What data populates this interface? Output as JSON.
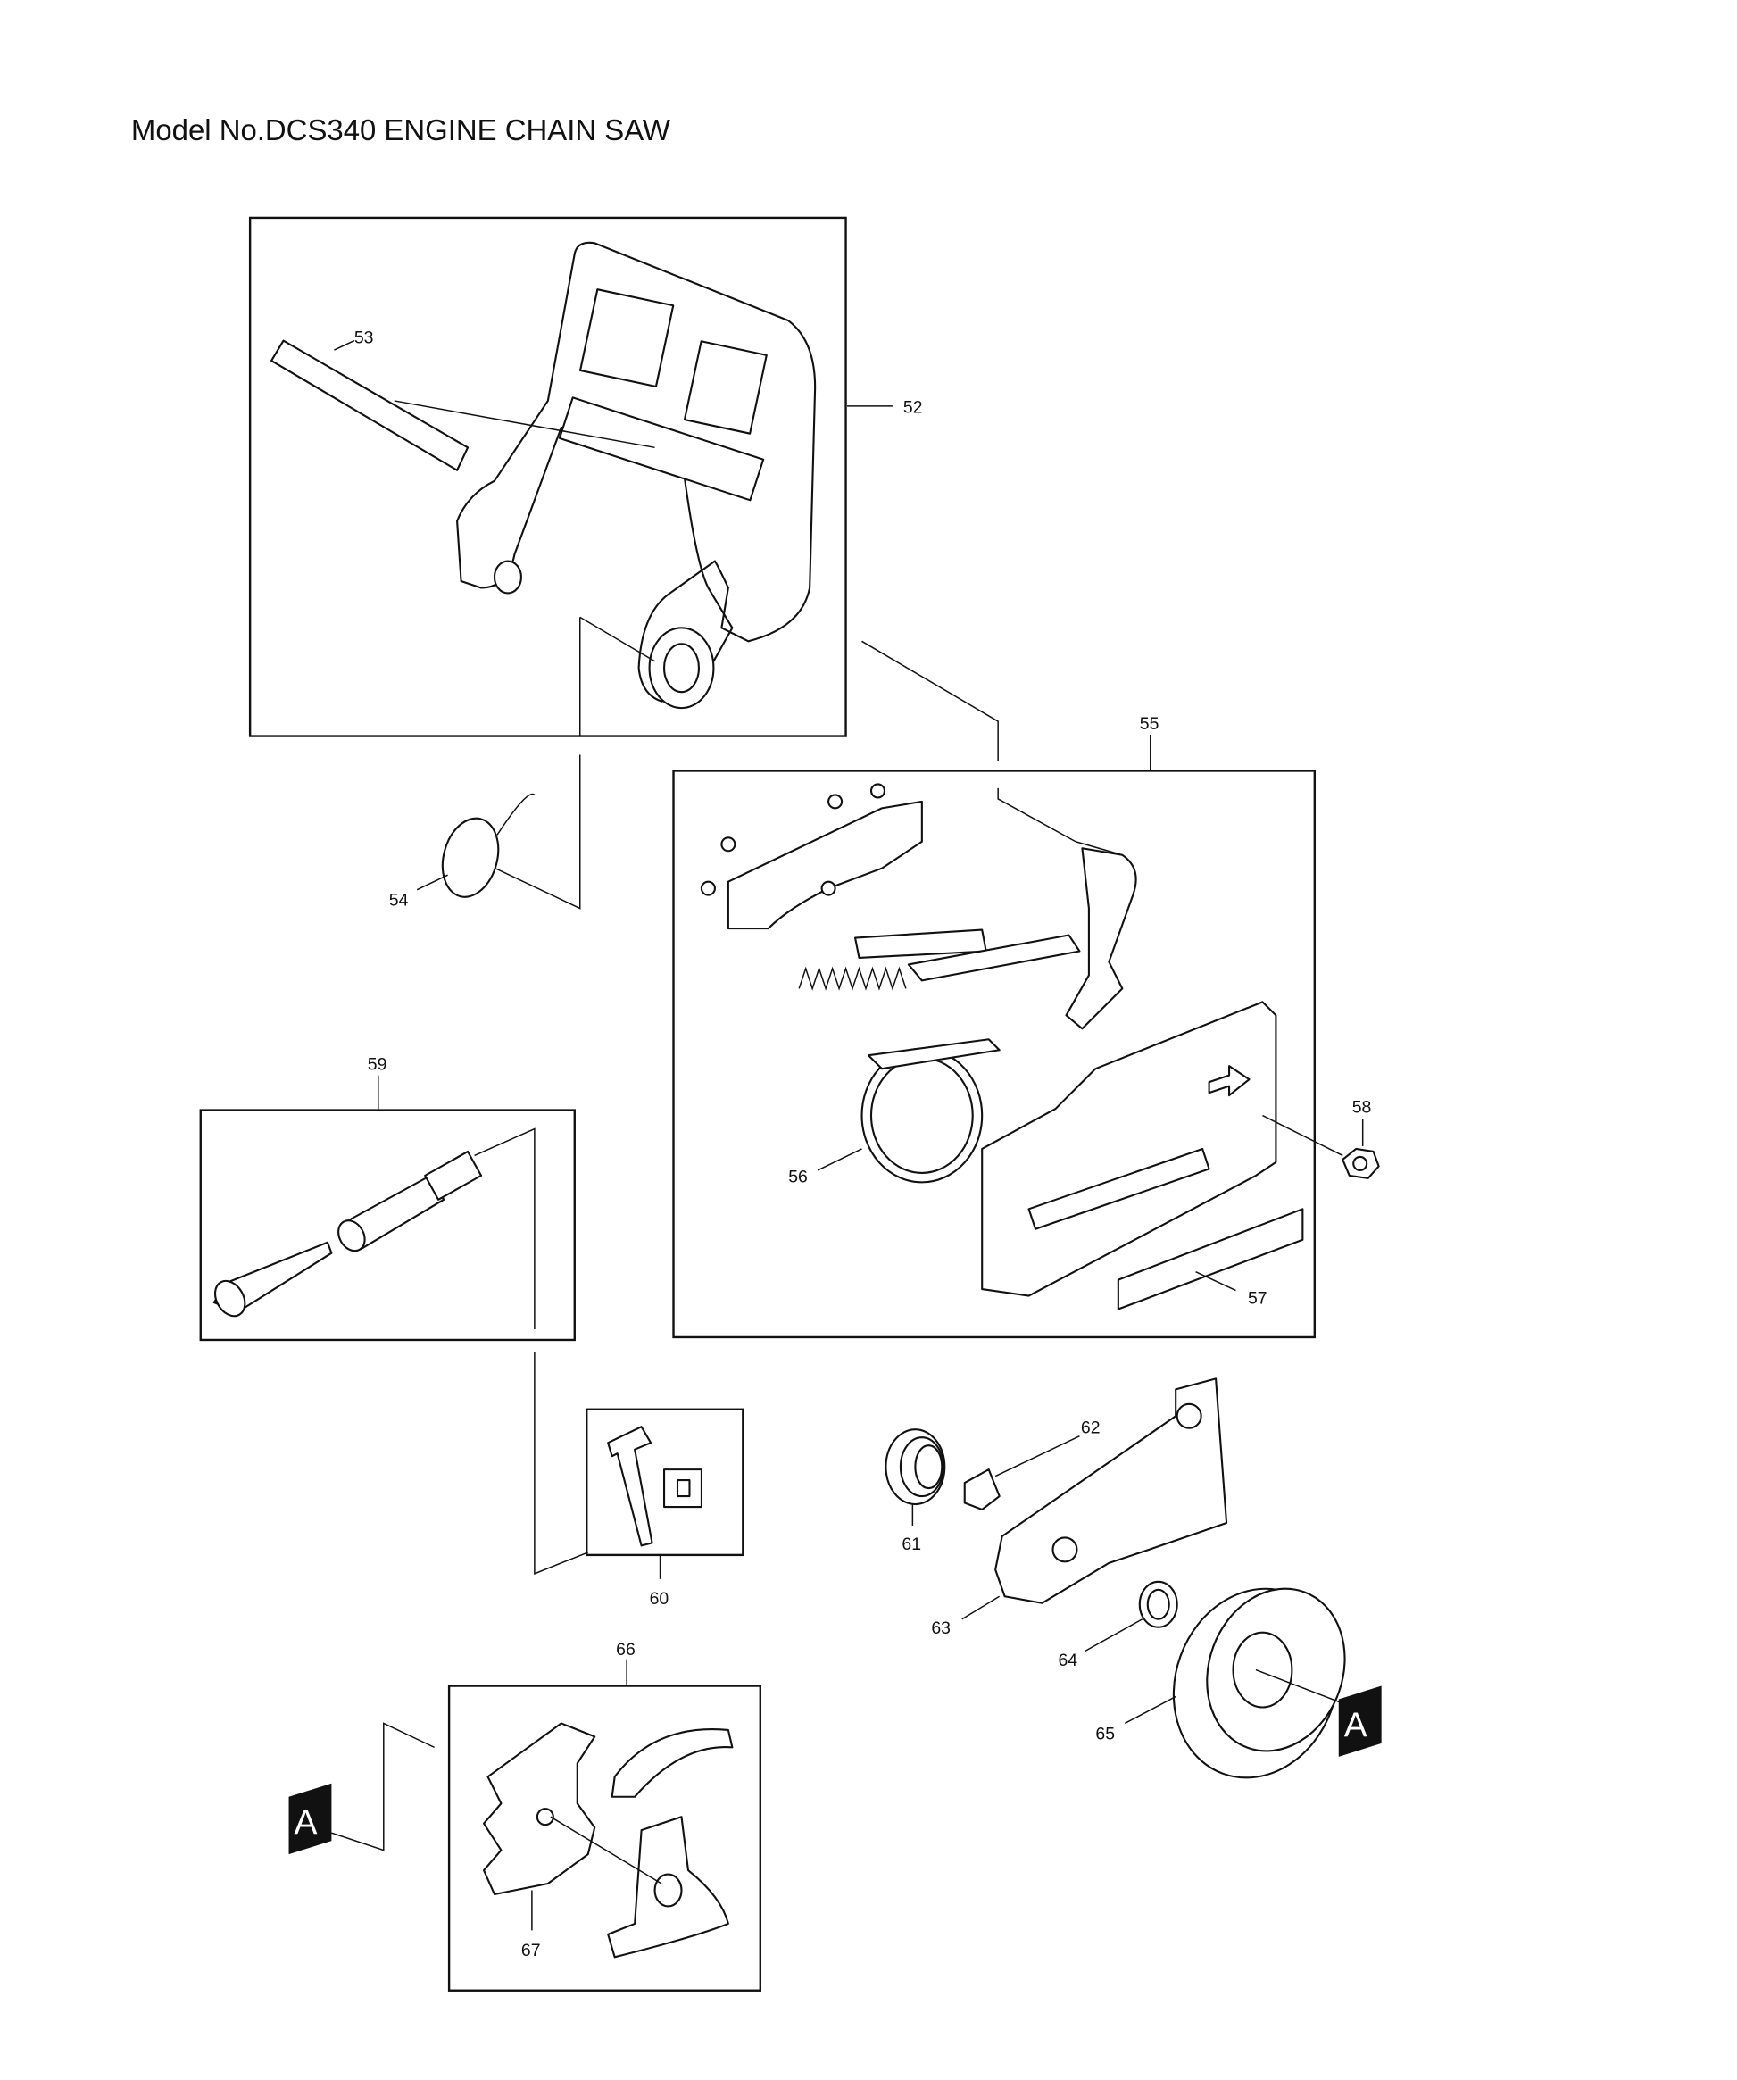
{
  "title": "Model No.DCS340 ENGINE CHAIN SAW",
  "labels": {
    "p52": "52",
    "p53": "53",
    "p54": "54",
    "p55": "55",
    "p56": "56",
    "p57": "57",
    "p58": "58",
    "p59": "59",
    "p60": "60",
    "p61": "61",
    "p62": "62",
    "p63": "63",
    "p64": "64",
    "p65": "65",
    "p66": "66",
    "p67": "67"
  },
  "reference_marker": "A"
}
